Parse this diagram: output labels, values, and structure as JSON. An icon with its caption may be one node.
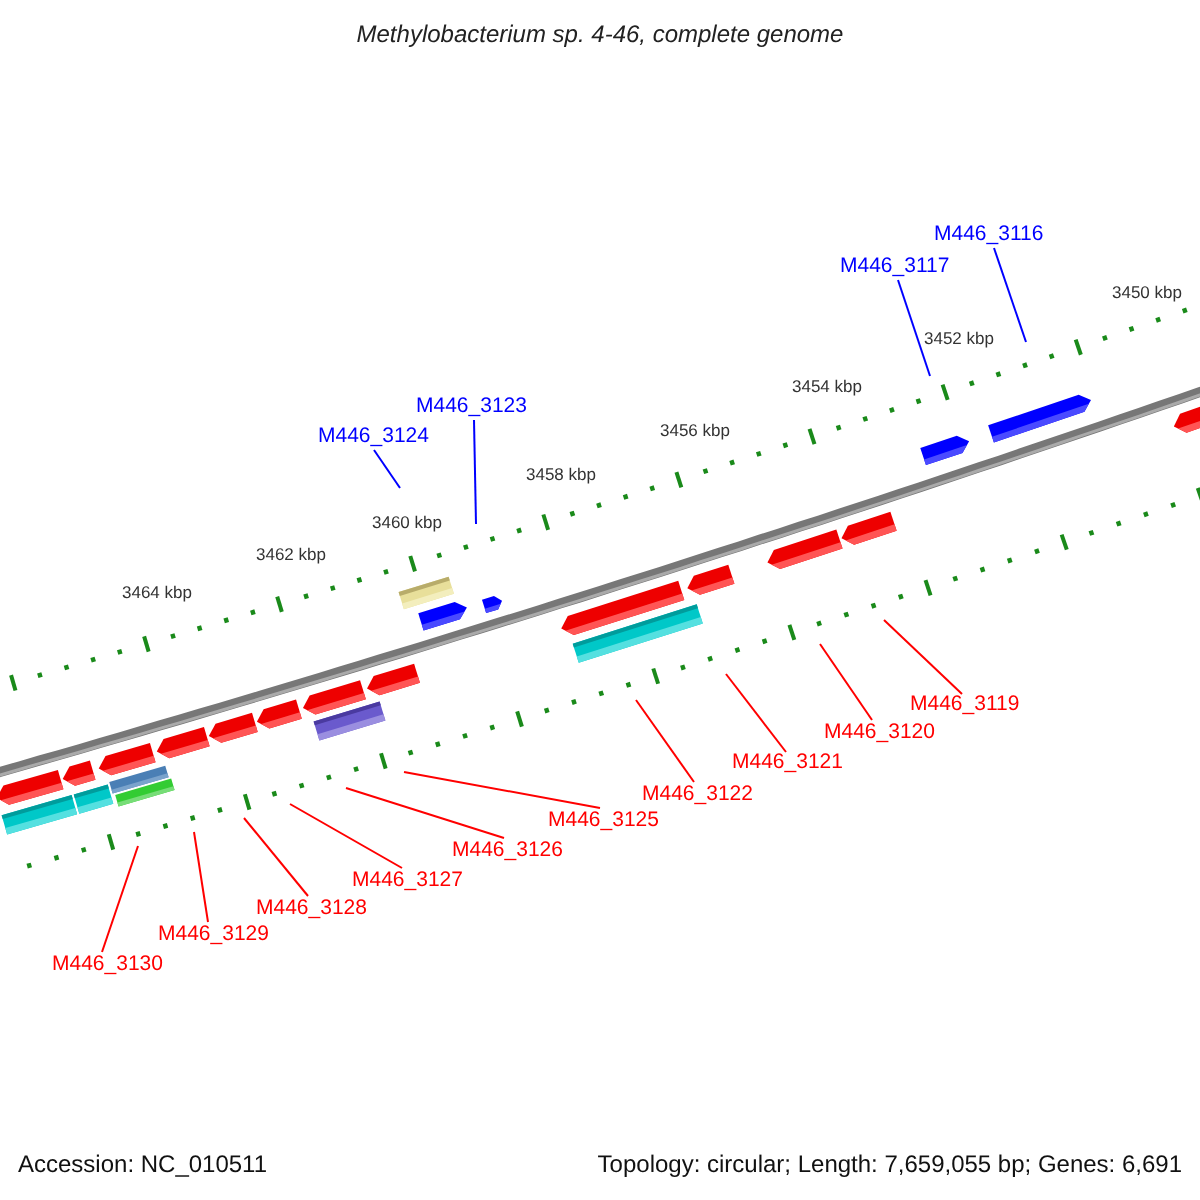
{
  "diagram": {
    "title": "Methylobacterium sp. 4-46, complete genome",
    "nodes": [
      {
        "text": [
          "M446_3116"
        ]
      },
      {
        "text": [
          "M446_3117"
        ]
      },
      {
        "text": [
          "M446_3123"
        ]
      },
      {
        "text": [
          "M446_3124"
        ]
      },
      {
        "text": [
          "M446_3119"
        ]
      },
      {
        "text": [
          "M446_3120"
        ]
      },
      {
        "text": [
          "M446_3121"
        ]
      },
      {
        "text": [
          "M446_3122"
        ]
      },
      {
        "text": [
          "M446_3125"
        ]
      },
      {
        "text": [
          "M446_3126"
        ]
      },
      {
        "text": [
          "M446_3127"
        ]
      },
      {
        "text": [
          "M446_3128"
        ]
      },
      {
        "text": [
          "M446_3129"
        ]
      },
      {
        "text": [
          "M446_3130"
        ]
      }
    ],
    "edges": [
      {
        "from": 0,
        "to": null,
        "arrow": "none",
        "color": "#0000ff"
      },
      {
        "from": 1,
        "to": null,
        "arrow": "none",
        "color": "#0000ff"
      },
      {
        "from": 2,
        "to": null,
        "arrow": "none",
        "color": "#0000ff"
      },
      {
        "from": 3,
        "to": null,
        "arrow": "none",
        "color": "#0000ff"
      },
      {
        "from": 4,
        "to": null,
        "arrow": "none"
      },
      {
        "from": 5,
        "to": null,
        "arrow": "none"
      },
      {
        "from": 6,
        "to": null,
        "arrow": "none"
      },
      {
        "from": 7,
        "to": null,
        "arrow": "none"
      },
      {
        "from": 8,
        "to": null,
        "arrow": "none"
      },
      {
        "from": 9,
        "to": null,
        "arrow": "none"
      },
      {
        "from": 10,
        "to": null,
        "arrow": "none"
      },
      {
        "from": 11,
        "to": null,
        "arrow": "none"
      },
      {
        "from": 12,
        "to": null,
        "arrow": "none"
      },
      {
        "from": 13,
        "to": null,
        "arrow": "none"
      }
    ],
    "labels": [
      "3450 kbp",
      "3452 kbp",
      "3454 kbp",
      "3456 kbp",
      "3458 kbp",
      "3460 kbp",
      "3462 kbp",
      "3464 kbp",
      "Accession: NC_010511",
      "Topology: circular; Length: 7,659,055 bp; Genes: 6,691"
    ]
  }
}
